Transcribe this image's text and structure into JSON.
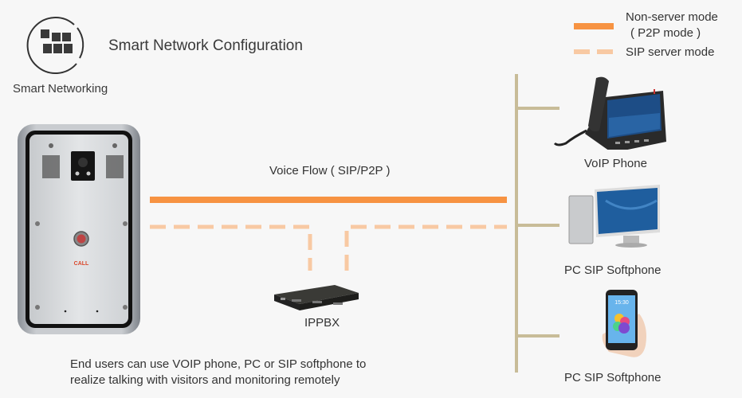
{
  "header": {
    "title": "Smart Network Configuration",
    "logo_caption": "Smart Networking",
    "logo_icon": "grid-blocks-icon"
  },
  "legend": {
    "items": [
      {
        "style": "solid",
        "color": "#f79342",
        "label_line1": "Non-server mode",
        "label_line2": "( P2P mode )"
      },
      {
        "style": "dashed",
        "color": "#f8c9a3",
        "label_line1": "SIP server mode"
      }
    ]
  },
  "diagram": {
    "voice_flow_label": "Voice Flow ( SIP/P2P )",
    "bus_color": "#c8bc98",
    "source": {
      "name": "door-station",
      "button_text": "CALL"
    },
    "server": {
      "label": "IPPBX"
    },
    "endpoints": [
      {
        "label": "VoIP Phone",
        "icon": "voip-phone-icon"
      },
      {
        "label": "PC SIP Softphone",
        "icon": "desktop-pc-icon"
      },
      {
        "label": "PC SIP Softphone",
        "icon": "smartphone-icon"
      }
    ]
  },
  "footer": {
    "line1": "End users can use VOIP phone, PC or SIP softphone to",
    "line2": "realize talking with visitors and monitoring remotely"
  }
}
